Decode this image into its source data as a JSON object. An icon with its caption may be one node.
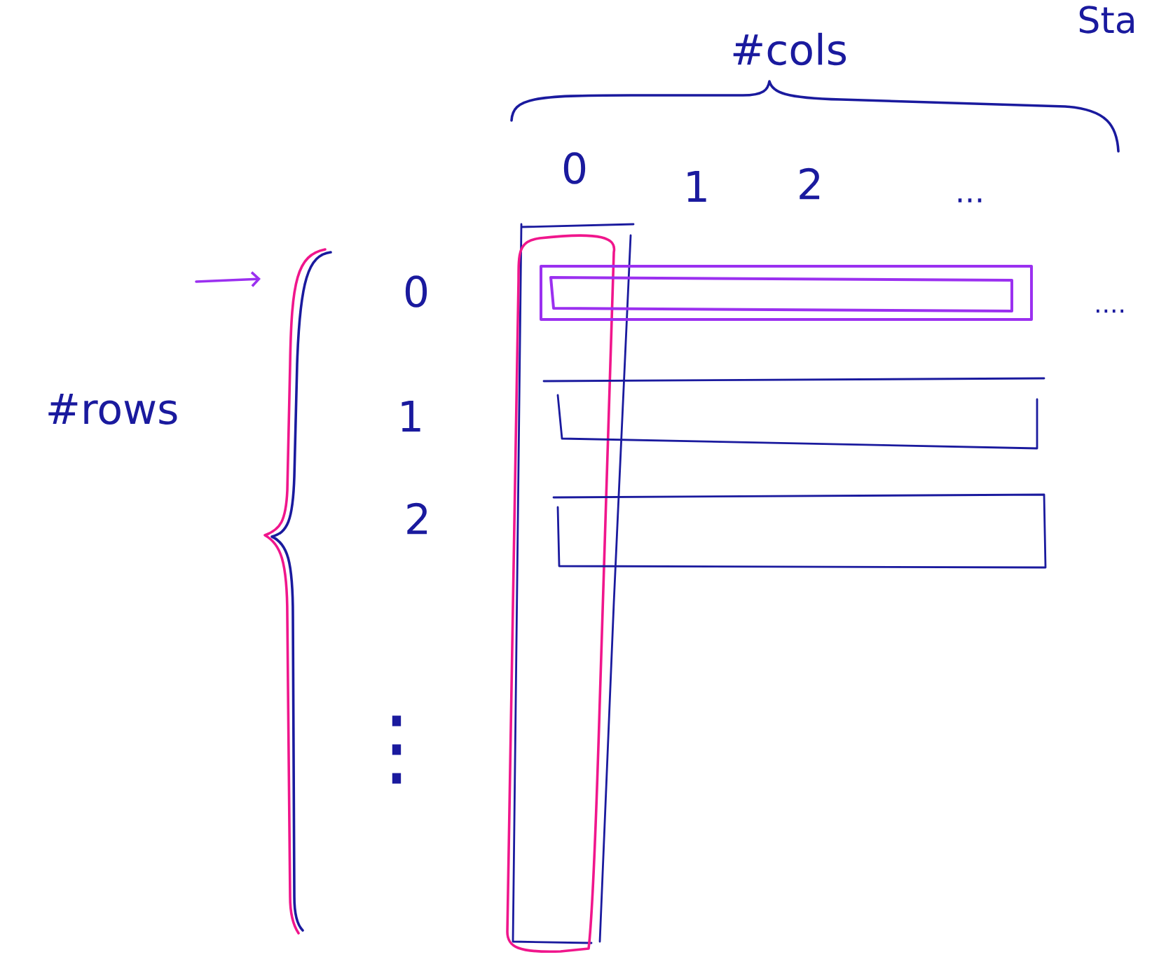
{
  "diagram": {
    "labels": [
      "Sta",
      "#cols",
      "0",
      "1",
      "2",
      "...",
      "0",
      "....",
      "#rows",
      "1",
      "2",
      "⋮"
    ]
  }
}
